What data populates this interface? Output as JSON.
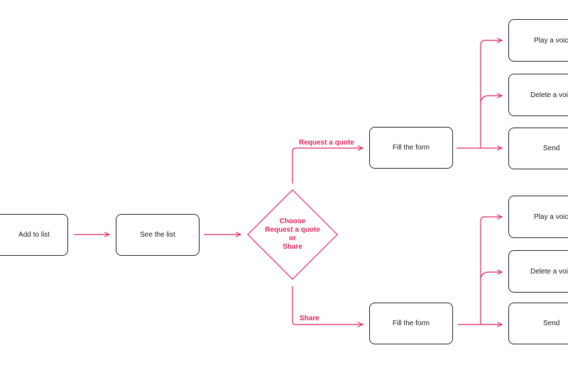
{
  "colors": {
    "accent": "#e0245e",
    "box_border": "#222222",
    "text": "#1a1a1a",
    "background": "#ffffff"
  },
  "nodes": {
    "add_to_list": "Add to list",
    "see_the_list": "See the list",
    "decision": {
      "line1": "Choose",
      "line2": "Request a quote",
      "line3": "or",
      "line4": "Share"
    },
    "quote_fill_form": "Fill the form",
    "share_fill_form": "Fill the form",
    "quote_play_voice": "Play a voice",
    "quote_delete_voice": "Delete a voice",
    "quote_send": "Send",
    "share_play_voice": "Play a voice",
    "share_delete_voice": "Delete a voice",
    "share_send": "Send"
  },
  "edge_labels": {
    "request_quote": "Request a quote",
    "share": "Share"
  }
}
